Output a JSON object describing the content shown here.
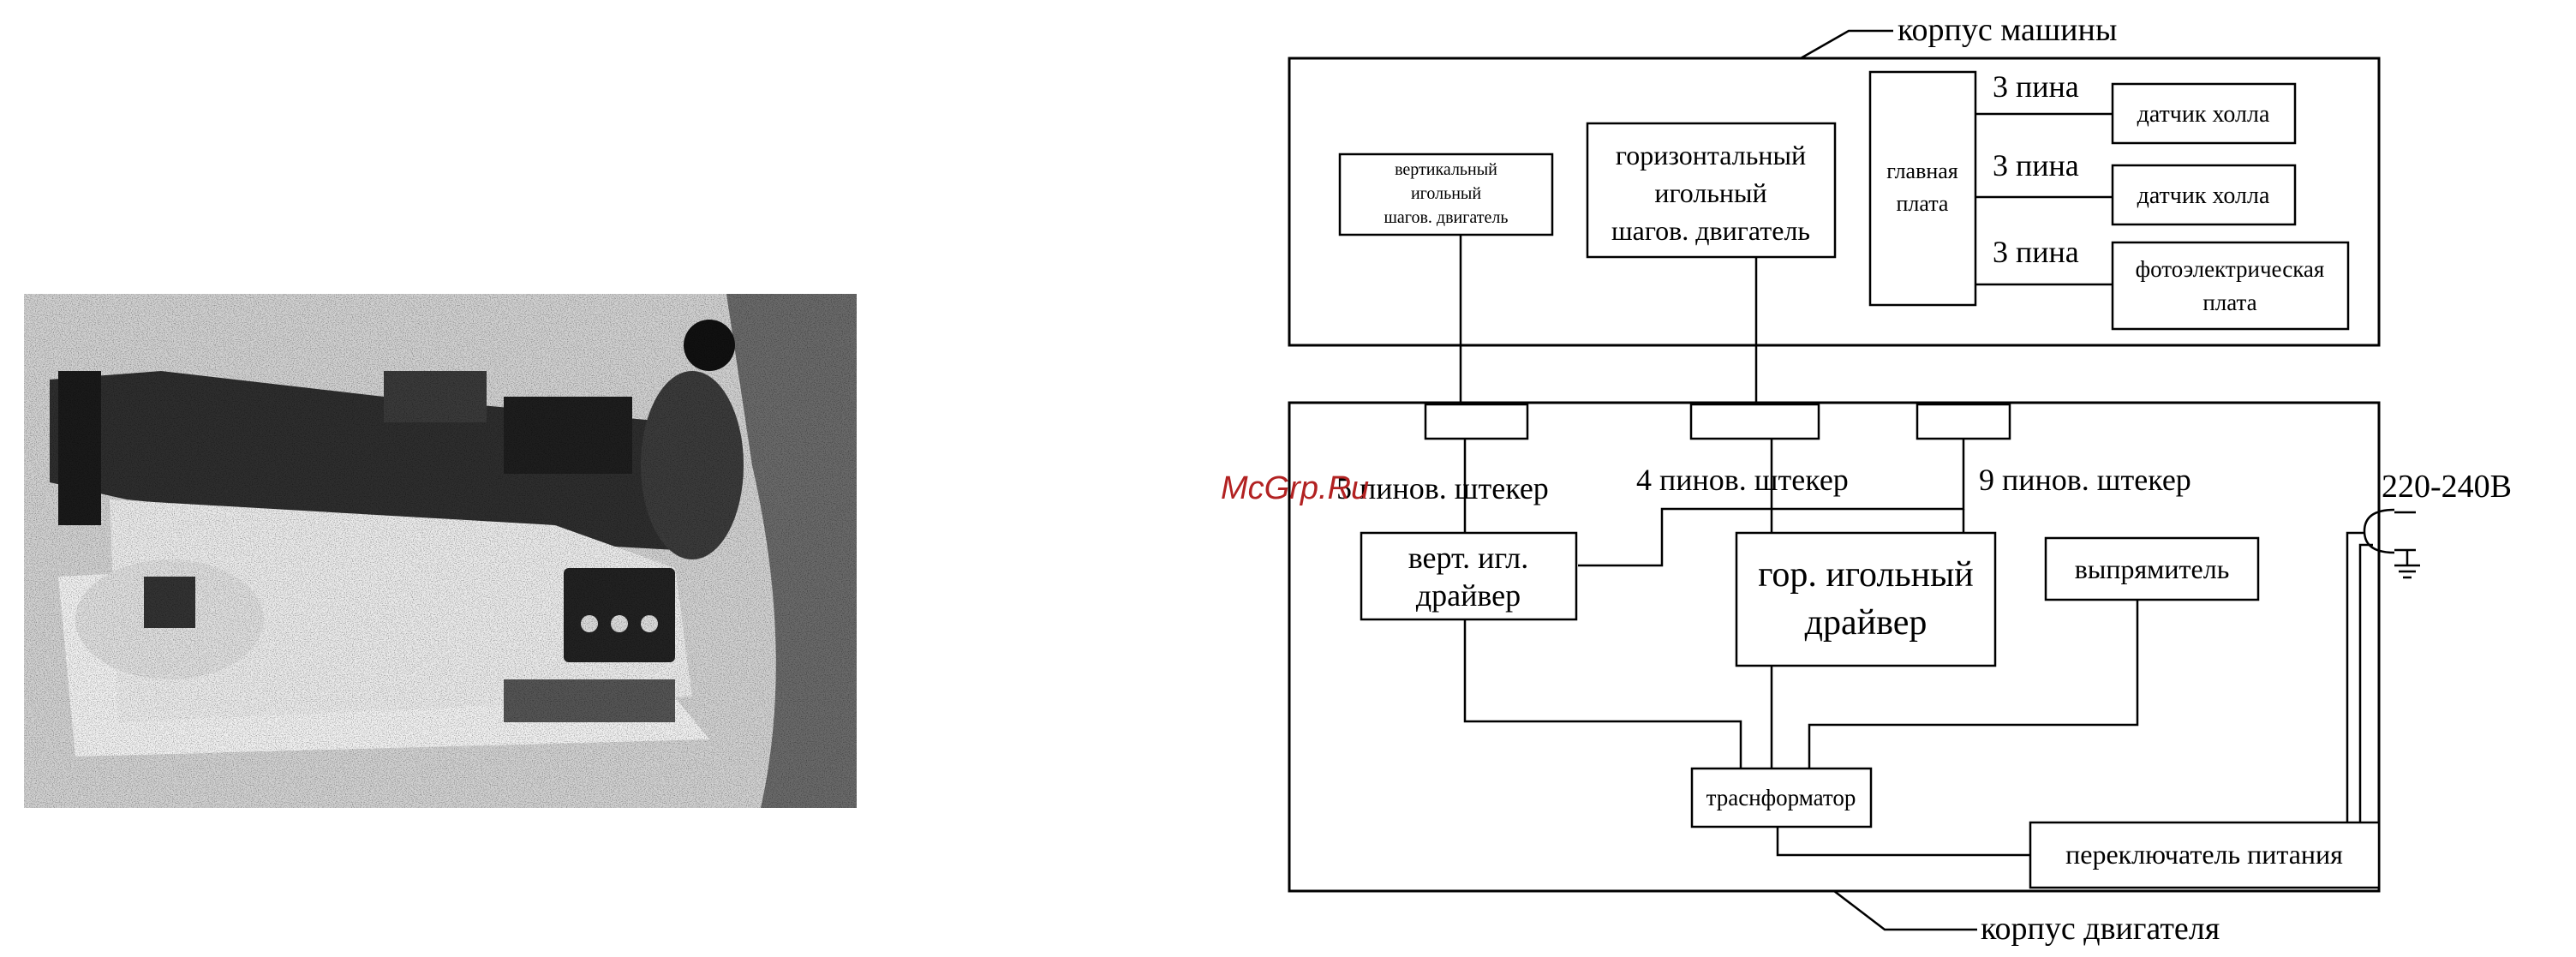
{
  "watermark": "McGrp.Ru",
  "diagram": {
    "machine_housing": "корпус машины",
    "motor_housing": "корпус двигателя",
    "vertical_motor": [
      "вертикальный",
      "игольный",
      "шагов. двигатель"
    ],
    "horizontal_motor": [
      "горизонтальный",
      "игольный",
      "шагов. двигатель"
    ],
    "main_board": [
      "главная",
      "плата"
    ],
    "pins_1": "3 пина",
    "pins_2": "3 пина",
    "pins_3": "3 пина",
    "hall_sensor_1": "датчик холла",
    "hall_sensor_2": "датчик холла",
    "photo_board": [
      "фотоэлектрическая",
      "плата"
    ],
    "plug_5": "5 пинов. штекер",
    "plug_4": "4 пинов. штекер",
    "plug_9": "9 пинов. штекер",
    "voltage": "220-240В",
    "vert_driver": [
      "верт. игл.",
      "драйвер"
    ],
    "hor_driver": [
      "гор. игольный",
      "драйвер"
    ],
    "rectifier": "выпрямитель",
    "transformer": "траснформатор",
    "power_switch": "переключатель питания"
  }
}
